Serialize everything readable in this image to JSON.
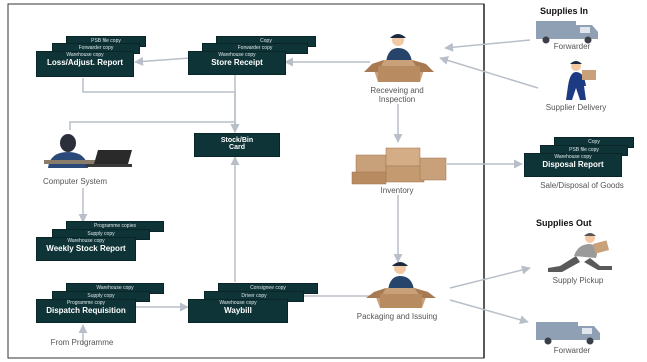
{
  "headings": {
    "supplies_in": "Supplies In",
    "supplies_out": "Supplies Out"
  },
  "docs": {
    "loss": {
      "layers": [
        "PSB file copy",
        "Forwarder copy",
        "Warehouse copy"
      ],
      "title": "Loss/Adjust. Report"
    },
    "store": {
      "layers": [
        "Copy",
        "Forwarder copy",
        "Warehouse copy"
      ],
      "title": "Store Receipt"
    },
    "stock": {
      "title": "Stock/Bin Card"
    },
    "weekly": {
      "layers": [
        "Programme copies",
        "Supply copy",
        "Warehouse copy"
      ],
      "title": "Weekly Stock Report"
    },
    "dispatch": {
      "layers": [
        "Warehouse copy",
        "Supply copy",
        "Programme copy"
      ],
      "title": "Dispatch Requisition"
    },
    "waybill": {
      "layers": [
        "Consignee copy",
        "Driver copy",
        "Warehouse copy"
      ],
      "title": "Waybill"
    },
    "disposal": {
      "layers": [
        "Copy",
        "PSB file copy",
        "Warehouse copy"
      ],
      "title": "Disposal Report"
    }
  },
  "captions": {
    "computer": "Computer System",
    "from_programme": "From Programme",
    "receiving": "Receveing and Inspection",
    "inventory": "Inventory",
    "packaging": "Packaging and Issuing",
    "forwarder_in": "Forwarder",
    "supplier_delivery": "Supplier Delivery",
    "sale_disposal": "Sale/Disposal of Goods",
    "supply_pickup": "Supply Pickup",
    "forwarder_out": "Forwarder"
  },
  "colors": {
    "doc_fill": "#0f3438",
    "arrow": "#b8bfc8",
    "truck": "#8fa0b5",
    "box": "#c8a079",
    "worker": "#27446a"
  }
}
